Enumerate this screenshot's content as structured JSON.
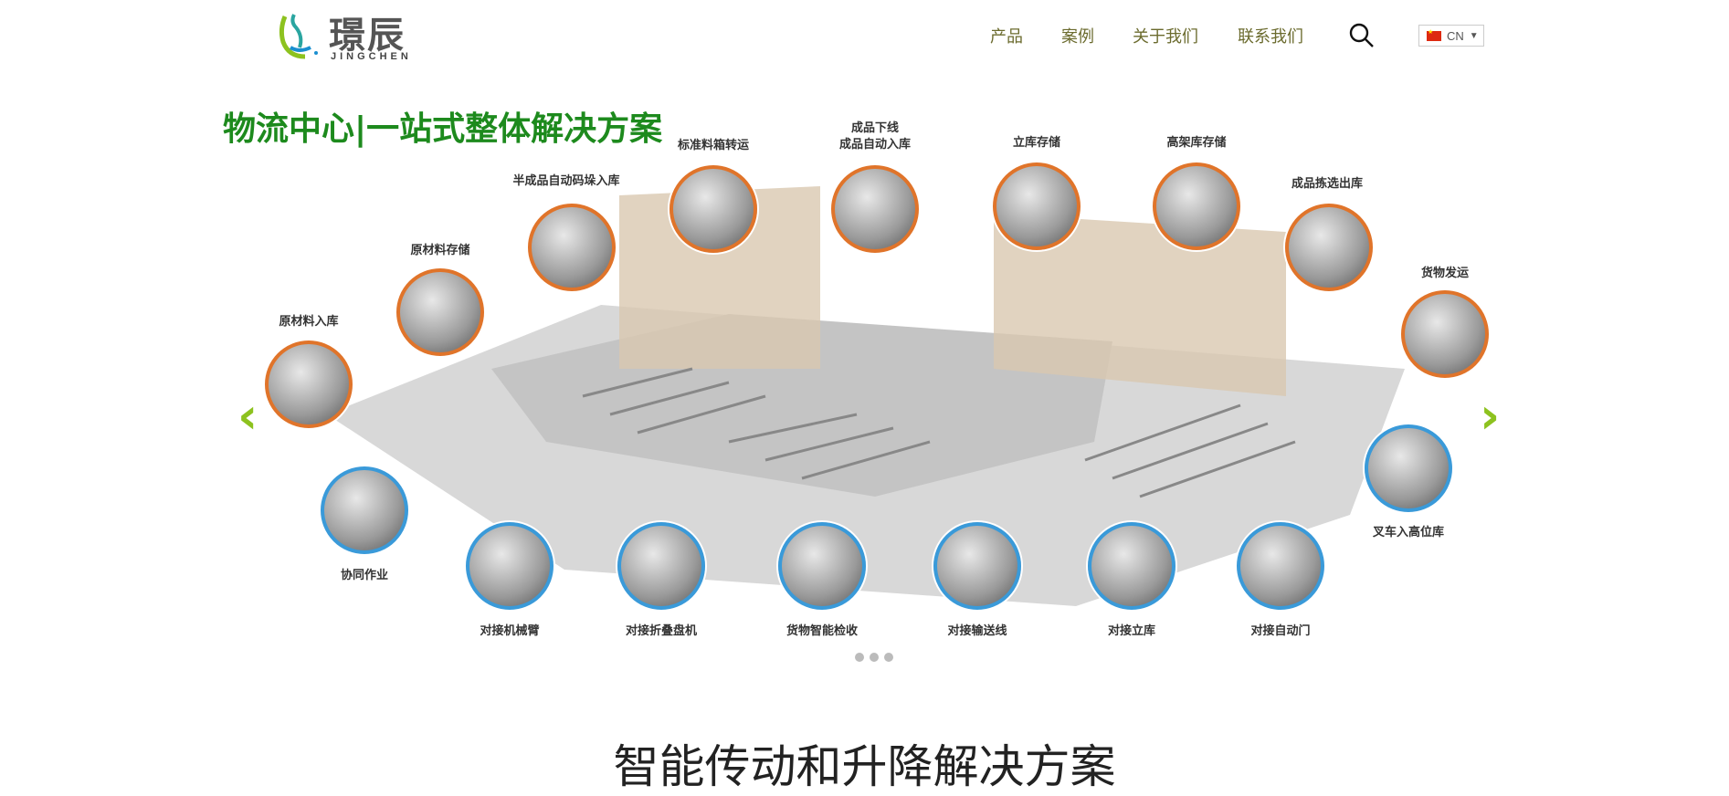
{
  "logo": {
    "cn": "璟辰",
    "en": "JINGCHEN"
  },
  "nav": [
    "产品",
    "案例",
    "关于我们",
    "联系我们"
  ],
  "lang": "CN",
  "banner": {
    "heading": "物流中心|一站式整体解决方案",
    "labels": [
      "原材料入库",
      "原材料存储",
      "半成品自动码垛入库",
      "标准料箱转运",
      "成品下线",
      "成品自动入库",
      "立库存储",
      "高架库存储",
      "成品拣选出库",
      "货物发运",
      "叉车入高位库",
      "协同作业",
      "对接机械臂",
      "对接折叠盘机",
      "货物智能检收",
      "对接输送线",
      "对接立库",
      "对接自动门"
    ]
  },
  "carousel": {
    "slides": 3,
    "active": 0
  },
  "section_title": "智能传动和升降解决方案",
  "colors": {
    "accent": "#8dc21f",
    "nav": "#6b6b2e",
    "heading": "#1d8a1d"
  }
}
